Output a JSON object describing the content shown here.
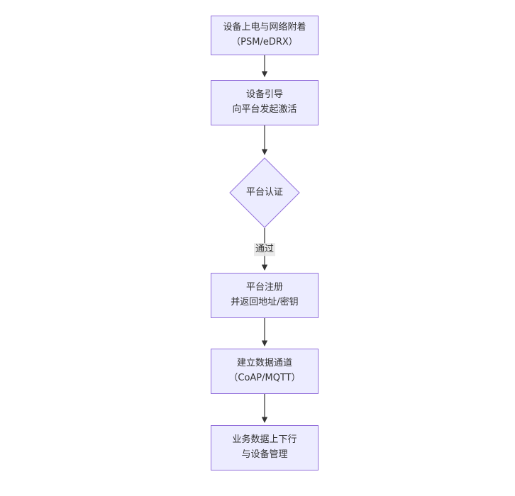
{
  "diagram": {
    "type": "flowchart-vertical",
    "nodes": [
      {
        "id": "A",
        "shape": "rect",
        "line1": "设备上电与网络附着",
        "line2": "（PSM/eDRX）"
      },
      {
        "id": "B",
        "shape": "rect",
        "line1": "设备引导",
        "line2": "向平台发起激活"
      },
      {
        "id": "C",
        "shape": "diamond",
        "line1": "平台认证",
        "line2": ""
      },
      {
        "id": "D",
        "shape": "rect",
        "line1": "平台注册",
        "line2": "并返回地址/密钥"
      },
      {
        "id": "E",
        "shape": "rect",
        "line1": "建立数据通道",
        "line2": "（CoAP/MQTT）"
      },
      {
        "id": "F",
        "shape": "rect",
        "line1": "业务数据上下行",
        "line2": "与设备管理"
      }
    ],
    "edges": [
      {
        "from": "A",
        "to": "B",
        "label": ""
      },
      {
        "from": "B",
        "to": "C",
        "label": ""
      },
      {
        "from": "C",
        "to": "D",
        "label": "通过"
      },
      {
        "from": "D",
        "to": "E",
        "label": ""
      },
      {
        "from": "E",
        "to": "F",
        "label": ""
      }
    ],
    "colors": {
      "node_fill": "#ECECFF",
      "node_border": "#9370DB",
      "text": "#333333",
      "edge": "#333333",
      "edge_label_bg": "#e8e8e8"
    }
  }
}
